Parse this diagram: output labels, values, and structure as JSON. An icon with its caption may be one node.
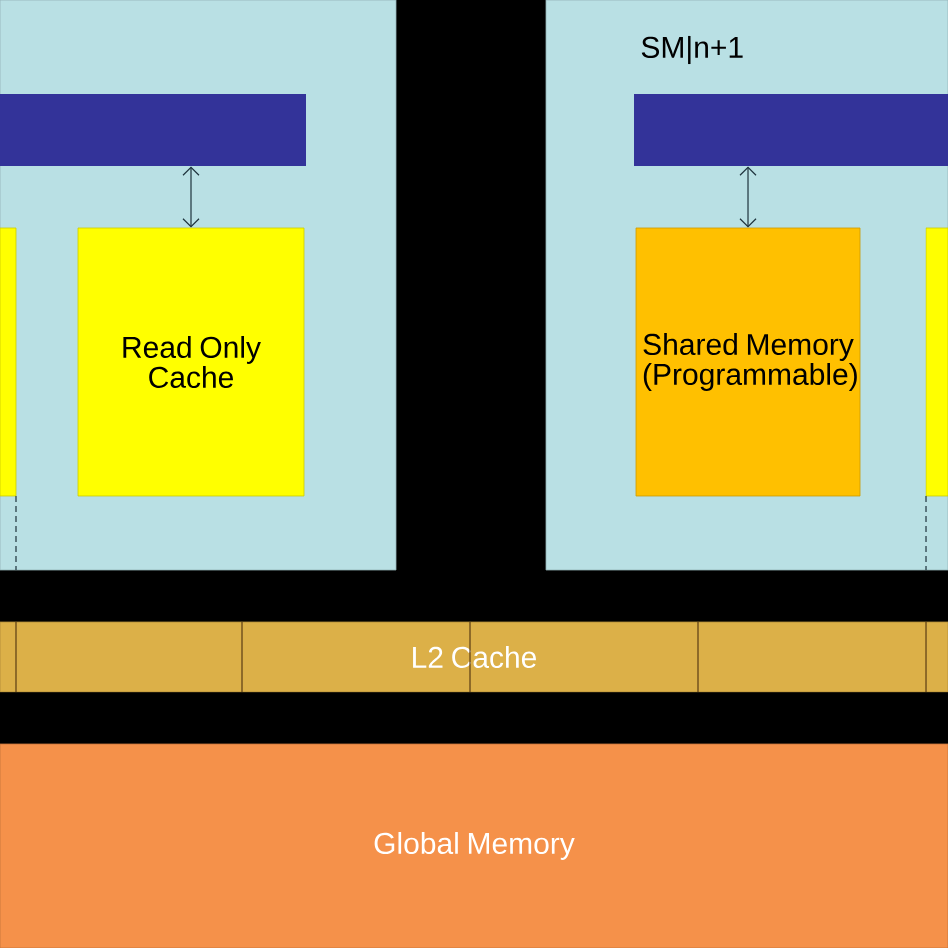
{
  "diagram": {
    "nodes": [
      {
        "text": [],
        "shape": "box"
      },
      {
        "text": [],
        "shape": "bar",
        "in": 0
      },
      {
        "text": [],
        "shape": "box",
        "in": 0
      },
      {
        "text": [
          "Read Only Cache"
        ],
        "in": 0
      },
      {
        "text": [
          "SM|n+1"
        ]
      },
      {
        "text": [],
        "shape": "bar",
        "in": 4
      },
      {
        "text": [
          "Shared Memory (Programmable)"
        ],
        "in": 4
      },
      {
        "text": [],
        "shape": "box",
        "in": 4
      },
      {
        "text": [
          "L2 Cache"
        ]
      },
      {
        "text": [
          "Global Memory"
        ]
      }
    ],
    "edges": [
      {
        "from": 1,
        "to": 3,
        "arrow": "both"
      },
      {
        "from": 5,
        "to": 6,
        "arrow": "both"
      },
      {
        "from": 2,
        "to": null,
        "arrow": "none",
        "style": "dashed"
      },
      {
        "from": 7,
        "to": null,
        "arrow": "none",
        "style": "dashed"
      }
    ]
  }
}
